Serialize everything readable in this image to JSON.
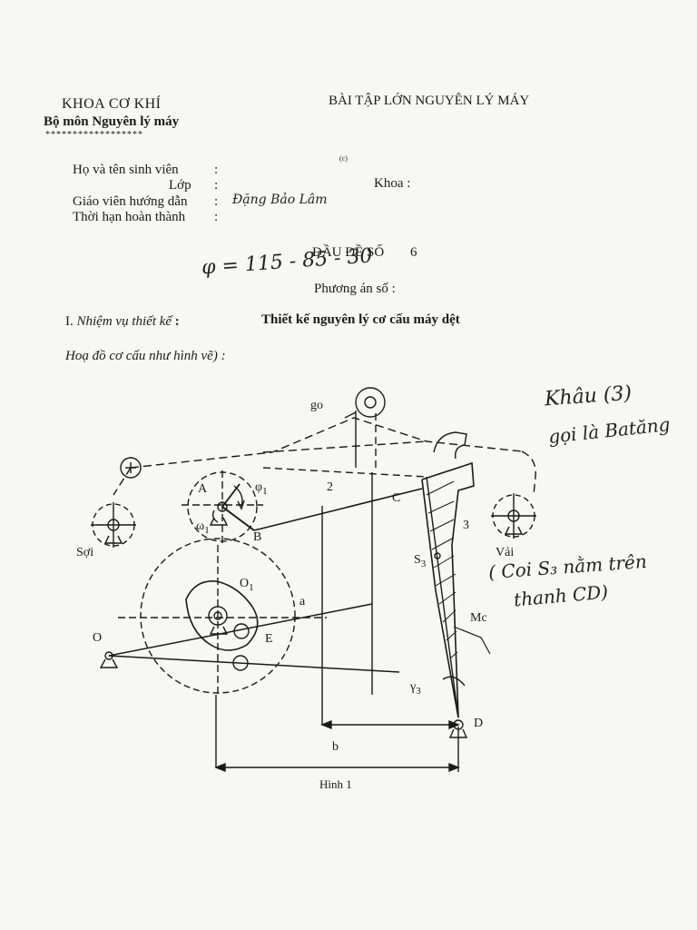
{
  "header": {
    "department": "KHOA CƠ KHÍ",
    "division": "Bộ môn Nguyên lý máy",
    "stars": "******************",
    "title": "BÀI TẬP LỚN NGUYÊN LÝ MÁY",
    "mark": "(c)"
  },
  "form": {
    "student_label": "Họ và tên sinh viên",
    "class_label": "Lớp",
    "faculty_label": "Khoa :",
    "teacher_label": "Giáo viên hướng dẫn",
    "teacher_value": "Đặng Bảo Lâm",
    "deadline_label": "Thời hạn hoàn thành",
    "colon": ":"
  },
  "assignment": {
    "topic_label": "ĐẦU ĐỀ SỐ",
    "topic_number": "6",
    "phi_note": "φ = 115 - 85 - 30",
    "plan_label": "Phương án số :"
  },
  "task": {
    "prefix": "I.",
    "label": "Nhiệm vụ thiết kế",
    "colon": ":",
    "value": "Thiết kế nguyên lý cơ cấu máy dệt"
  },
  "diagram": {
    "caption": "Hoạ đồ cơ cấu như hình vẽ) :",
    "figure_label": "Hình 1",
    "labels": {
      "go": "go",
      "A": "A",
      "phi1": "φ",
      "phi1_sub": "1",
      "omega1": "ω",
      "omega1_sub": "1",
      "B": "B",
      "two": "2",
      "C": "C",
      "three": "3",
      "S3": "S",
      "S3_sub": "3",
      "soi": "Sợi",
      "vai": "Vải",
      "O1": "O",
      "O1_sub": "1",
      "a": "a",
      "O": "O",
      "E": "E",
      "Mc": "Mc",
      "gamma3": "γ",
      "gamma3_sub": "3",
      "D": "D",
      "b": "b"
    }
  },
  "handwritten_notes": {
    "line1": "Khâu (3)",
    "line2": "gọi là Batăng",
    "line3": "( Coi S₃ nằm trên",
    "line4": "thanh CD)"
  }
}
